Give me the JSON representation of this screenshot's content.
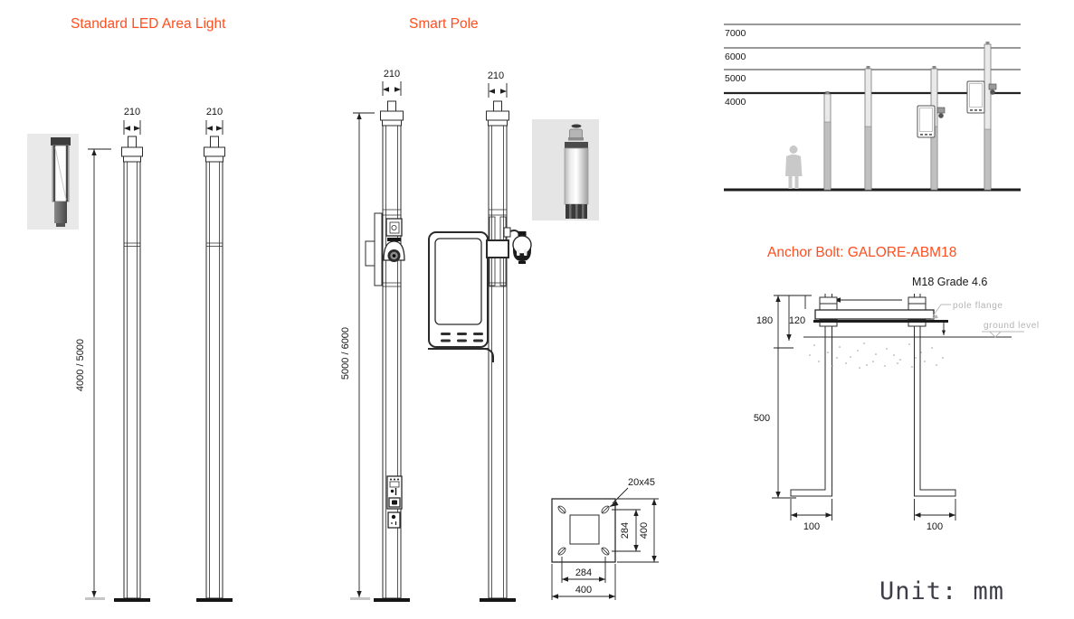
{
  "titles": {
    "led_area_light": "Standard LED Area Light",
    "smart_pole": "Smart Pole",
    "anchor_bolt": "Anchor Bolt: GALORE-ABM18",
    "bolt_spec": "M18 Grade 4.6",
    "unit_note": "Unit: mm"
  },
  "led_section": {
    "pole_top_width_1": "210",
    "pole_top_width_2": "210",
    "pole_height_range": "4000 / 5000"
  },
  "smart_section": {
    "pole_top_width_1": "210",
    "pole_top_width_2": "210",
    "pole_height_range": "5000 / 6000"
  },
  "elevation": {
    "height_lines": [
      "7000",
      "6000",
      "5000",
      "4000"
    ]
  },
  "anchor_detail": {
    "dim_exposed": "180",
    "dim_flange_offset": "120",
    "dim_embedment": "500",
    "dim_foot_left": "100",
    "dim_foot_right": "100",
    "note_pole_flange": "pole flange",
    "note_ground_level": "ground level"
  },
  "base_plate": {
    "slot_size": "20x45",
    "bolt_spacing_vertical": "284",
    "plate_width_vertical": "400",
    "bolt_spacing_horizontal": "284",
    "plate_width_horizontal": "400"
  },
  "colors": {
    "accent": "#ff4e1e",
    "line": "#2b2b2b",
    "note_gray": "#b4b4b4"
  }
}
